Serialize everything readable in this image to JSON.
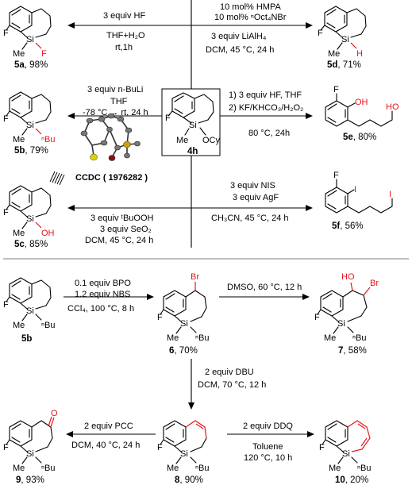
{
  "top": {
    "center_compound_label": "4h",
    "center_substituents": {
      "f": "F",
      "me": "Me",
      "si": "Si",
      "ocy": "OCy"
    },
    "reaction_a": {
      "line1": "3 equiv HF",
      "line2": "THF+H₂O",
      "line3": "rt,1h",
      "product_label": "5a",
      "product_yield": ", 98%",
      "product_group": "F"
    },
    "reaction_d": {
      "line1": "10 mol% HMPA",
      "line2": "10 mol% ⁿOct₄NBr",
      "line3": "3 equiv LiAlH₄",
      "line4": "DCM, 45 °C, 24 h",
      "product_label": "5d",
      "product_yield": ", 71%",
      "product_group": "H"
    },
    "reaction_b": {
      "line1": "3 equiv n-BuLi",
      "line2": "THF",
      "line3": "-78 °C → rt, 24 h",
      "product_label": "5b",
      "product_yield": ", 79%",
      "product_group": "ⁿBu"
    },
    "reaction_e": {
      "line1": "1) 3 equiv HF, THF",
      "line2": "2) KF/KHCO₃/H₂O₂",
      "line3": "80 °C, 24h",
      "product_label": "5e",
      "product_yield": ", 80%",
      "product_group_oh": "OH",
      "product_group_ho": "HO"
    },
    "reaction_c": {
      "line1": "3 equiv ᵗBuOOH",
      "line2": "3 equiv SeO₂",
      "line3": "DCM, 45 °C, 24 h",
      "product_label": "5c",
      "product_yield": ", 85%",
      "product_group": "OH"
    },
    "reaction_f": {
      "line1": "3 equiv NIS",
      "line2": "3 equiv AgF",
      "line3": "CH₃CN, 45 °C, 24 h",
      "product_label": "5f",
      "product_yield": ", 56%",
      "product_group": "I"
    },
    "ccdc": "CCDC ( 1976282 )"
  },
  "bottom": {
    "start_label": "5b",
    "r6": {
      "line1": "0.1 equiv BPO",
      "line2": "1.2 equiv NBS",
      "line3": "CCl₄, 100 °C, 8 h",
      "product_label": "6",
      "product_yield": ", 70%",
      "product_group": "Br"
    },
    "r7": {
      "line1": "DMSO, 60 °C, 12 h",
      "product_label": "7",
      "product_yield": ", 58%",
      "group_ho": "HO",
      "group_br": "Br"
    },
    "r8": {
      "line1": "2 equiv DBU",
      "line2": "DCM, 70 °C, 12 h",
      "product_label": "8",
      "product_yield": ", 90%"
    },
    "r9": {
      "line1": "2 equiv PCC",
      "line2": "DCM, 40 °C, 24 h",
      "product_label": "9",
      "product_yield": ", 93%",
      "product_group": "O"
    },
    "r10": {
      "line1": "2 equiv DDQ",
      "line2": "Toluene",
      "line3": "120 °C, 10 h",
      "product_label": "10",
      "product_yield": ", 20%"
    }
  },
  "common": {
    "si": "Si",
    "f": "F",
    "me": "Me",
    "nbu": "ⁿBu"
  },
  "colors": {
    "highlight": "#e8141c",
    "divider": "#999999"
  }
}
